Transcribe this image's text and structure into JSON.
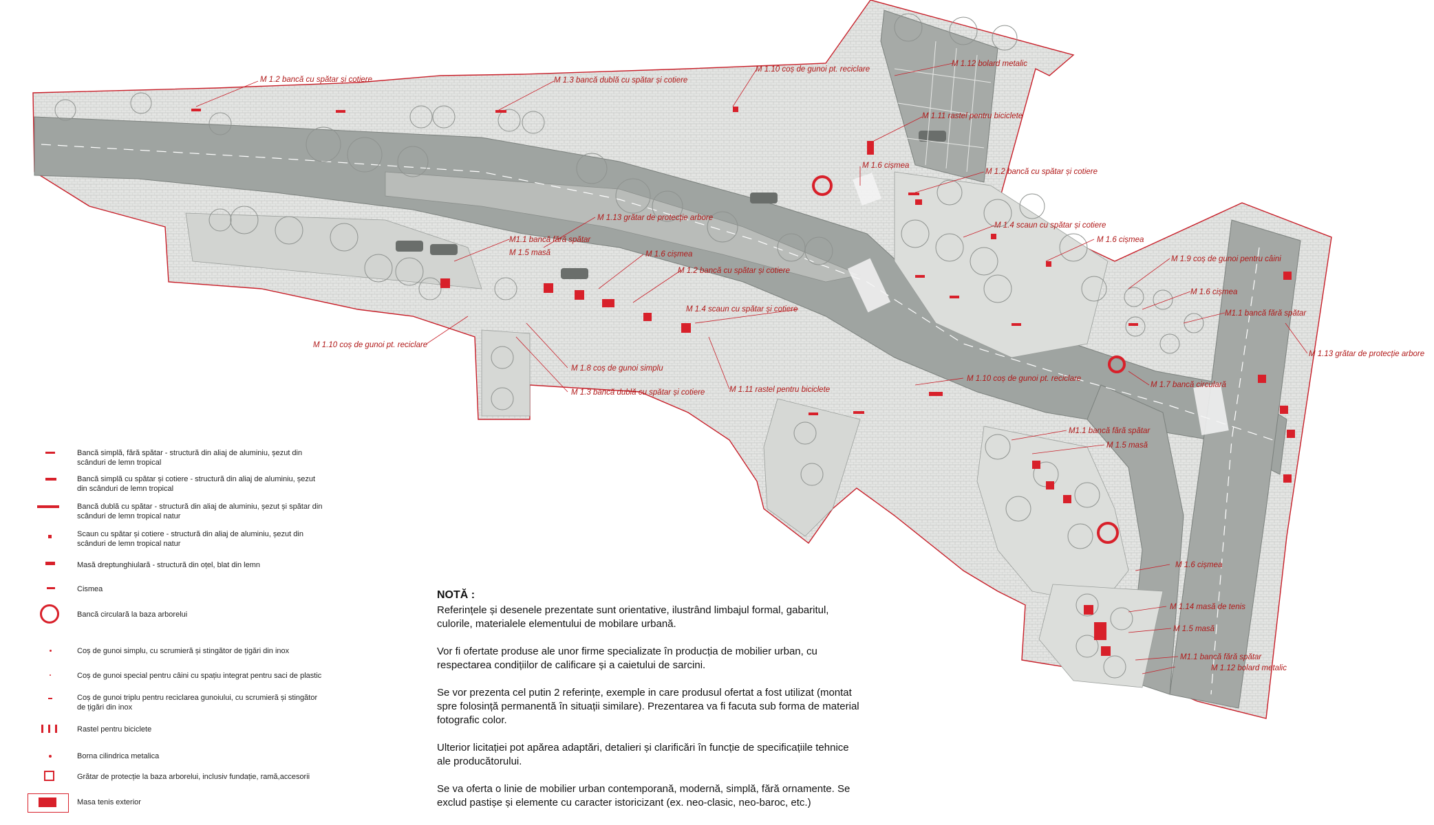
{
  "callouts": [
    {
      "text": "M 1.2 bancă cu spătar și cotiere"
    },
    {
      "text": "M 1.3 bancă dublă cu spătar și cotiere"
    },
    {
      "text": "M 1.10 coș de gunoi pt. reciclare"
    },
    {
      "text": "M 1.12 bolard metalic"
    },
    {
      "text": "M 1.11 rastel pentru biciclete"
    },
    {
      "text": "M 1.6 cișmea"
    },
    {
      "text": "M 1.2 bancă cu spătar și cotiere"
    },
    {
      "text": "M 1.13 grătar de protecție arbore"
    },
    {
      "text": "M 1.4 scaun cu spătar și cotiere"
    },
    {
      "text": "M1.1 bancă fără spătar"
    },
    {
      "text": "M 1.6 cișmea"
    },
    {
      "text": "M 1.5 masă"
    },
    {
      "text": "M 1.6 cișmea"
    },
    {
      "text": "M 1.9 coș de gunoi pentru câini"
    },
    {
      "text": "M 1.2 bancă cu spătar și cotiere"
    },
    {
      "text": "M 1.6 cișmea"
    },
    {
      "text": "M 1.4 scaun cu spătar și cotiere"
    },
    {
      "text": "M1.1 bancă fără spătar"
    },
    {
      "text": "M 1.13 grătar de protecție arbore"
    },
    {
      "text": "M 1.10 coș de gunoi pt. reciclare"
    },
    {
      "text": "M 1.8 coș de gunoi simplu"
    },
    {
      "text": "M 1.3 bancă dublă cu spătar și cotiere"
    },
    {
      "text": "M 1.11 rastel pentru biciclete"
    },
    {
      "text": "M 1.10 coș de gunoi pt. reciclare"
    },
    {
      "text": "M 1.7 bancă circulară"
    },
    {
      "text": "M1.1 bancă fără spătar"
    },
    {
      "text": "M 1.5 masă"
    },
    {
      "text": "M 1.6 cișmea"
    },
    {
      "text": "M 1.14 masă de tenis"
    },
    {
      "text": "M 1.5 masă"
    },
    {
      "text": "M1.1 bancă fără spătar"
    },
    {
      "text": "M 1.12 bolard metalic"
    }
  ],
  "legend": [
    {
      "symbol": "short-bar",
      "text": "Bancă simplă, fără spătar - structură din aliaj de aluminiu, șezut din scânduri de lemn tropical"
    },
    {
      "symbol": "bar",
      "text": "Bancă simplă cu spătar și cotiere - structură din aliaj de aluminiu, șezut din scânduri de lemn tropical"
    },
    {
      "symbol": "long-bar",
      "text": "Bancă dublă cu spătar - structură din aliaj de aluminiu, șezut și spătar din scânduri de lemn tropical natur"
    },
    {
      "symbol": "small-square",
      "text": "Scaun cu spătar și cotiere - structură din aliaj de aluminiu, șezut din scânduri de lemn tropical natur"
    },
    {
      "symbol": "table",
      "text": "Masă dreptunghiulară - structură din oțel, blat din lemn"
    },
    {
      "symbol": "dash",
      "text": "Cismea"
    },
    {
      "symbol": "ring",
      "text": "Bancă circulară la baza arborelui"
    },
    {
      "symbol": "dot",
      "text": "Coș de gunoi simplu, cu scrumieră și stingător de țigări din inox"
    },
    {
      "symbol": "tiny-dot",
      "text": "Coș de gunoi special pentru câini cu spațiu integrat pentru saci de plastic"
    },
    {
      "symbol": "tiny-dash",
      "text": "Coș de gunoi triplu pentru reciclarea gunoiului, cu scrumieră și stingător de țigări din inox"
    },
    {
      "symbol": "racks",
      "text": "Rastel pentru biciclete"
    },
    {
      "symbol": "dot",
      "text": "Borna cilindrica metalica"
    },
    {
      "symbol": "square",
      "text": "Grătar de protecție la baza arborelui, inclusiv fundație, ramă,accesorii"
    },
    {
      "symbol": "tennis",
      "text": "Masa tenis exterior"
    }
  ],
  "nota": {
    "title": "NOTĂ :",
    "paragraphs": [
      "Referințele și desenele prezentate sunt orientative, ilustrând limbajul formal, gabaritul, culorile, materialele elementului de mobilare urbană.",
      "Vor fi ofertate produse ale unor firme specializate în producția de mobilier urban, cu respectarea condițiilor de calificare și a caietului de sarcini.",
      "Se vor prezenta cel putin 2 referințe, exemple in care produsul ofertat a fost utilizat (montat spre folosință permanentă în situații similare). Prezentarea va fi facuta sub forma de material fotografic color.",
      "Ulterior  licitației pot apărea adaptări, detalieri și clarificări în funcție de specificațiile tehnice ale producătorului.",
      "Se va oferta o linie de mobilier urban contemporană, modernă, simplă, fără ornamente. Se exclud pastișe și elemente cu caracter istoricizant (ex. neo-clasic, neo-baroc, etc.)"
    ]
  },
  "colors": {
    "furniture": "#d8202a",
    "boundary": "#c81e28",
    "road": "#9ea3a0",
    "pavement": "#e3e4e2",
    "green": "#cfd2cf"
  }
}
